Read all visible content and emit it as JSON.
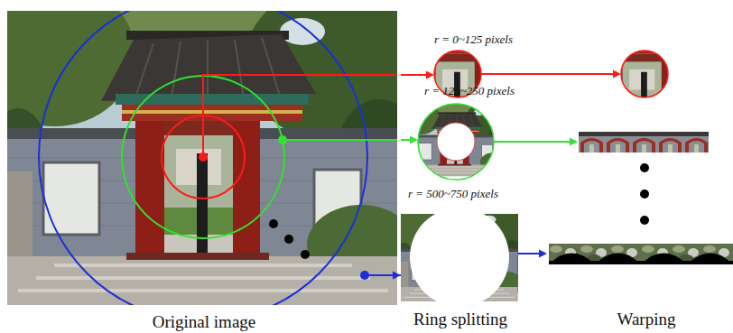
{
  "diagram": {
    "nodes": [
      {
        "text": [
          "Original image"
        ]
      },
      {
        "text": [
          "r = 0~125 pixels"
        ]
      },
      {
        "text": [
          "r = 125~250 pixels"
        ]
      },
      {
        "text": [
          "r = 500~750 pixels"
        ]
      }
    ],
    "edges": [
      {
        "from": 0,
        "to": 1,
        "arrow": "to"
      },
      {
        "from": 0,
        "to": 2,
        "arrow": "to"
      },
      {
        "from": 0,
        "to": 3,
        "arrow": "to"
      }
    ],
    "labels": [
      "Ring splitting",
      "Warping"
    ]
  }
}
